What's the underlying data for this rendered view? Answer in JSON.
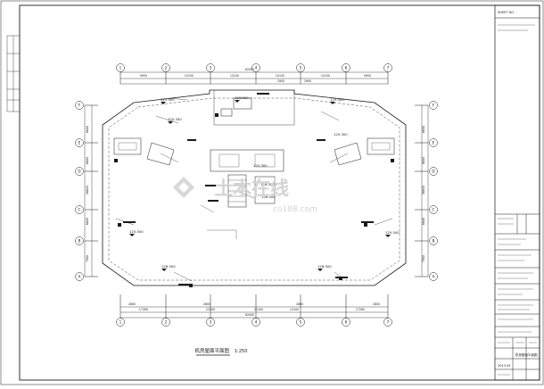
{
  "drawing": {
    "title": "机房屋面平面图",
    "scale": "1:250"
  },
  "grid_axes": {
    "top": [
      "1",
      "2",
      "3",
      "4",
      "5",
      "6",
      "7"
    ],
    "bottom": [
      "1",
      "2",
      "3",
      "4",
      "5",
      "6",
      "7"
    ],
    "left": [
      "F",
      "E",
      "D",
      "C",
      "B",
      "A"
    ],
    "right": [
      "F",
      "E",
      "D",
      "C",
      "B",
      "A"
    ]
  },
  "elevations": {
    "e1": "125.500",
    "e2": "126.500",
    "e3": "125.500",
    "e4": "125.300",
    "e5": "125.300",
    "e6": "125.500",
    "e7": "126.500",
    "e8": "125.300",
    "e9": "125.500",
    "e10": "126.500",
    "e11": "126.500",
    "e12": "126.000"
  },
  "watermark": {
    "brand": "土木在线",
    "site": "co188.com"
  },
  "title_block": {
    "top_tag": "SHEET NO.",
    "date_label": "2013.05",
    "sheet_no": "机房屋面平面图"
  },
  "colors": {
    "line": "#1a1a1a",
    "watermark": "#cfcfcf",
    "background": "#ffffff"
  }
}
